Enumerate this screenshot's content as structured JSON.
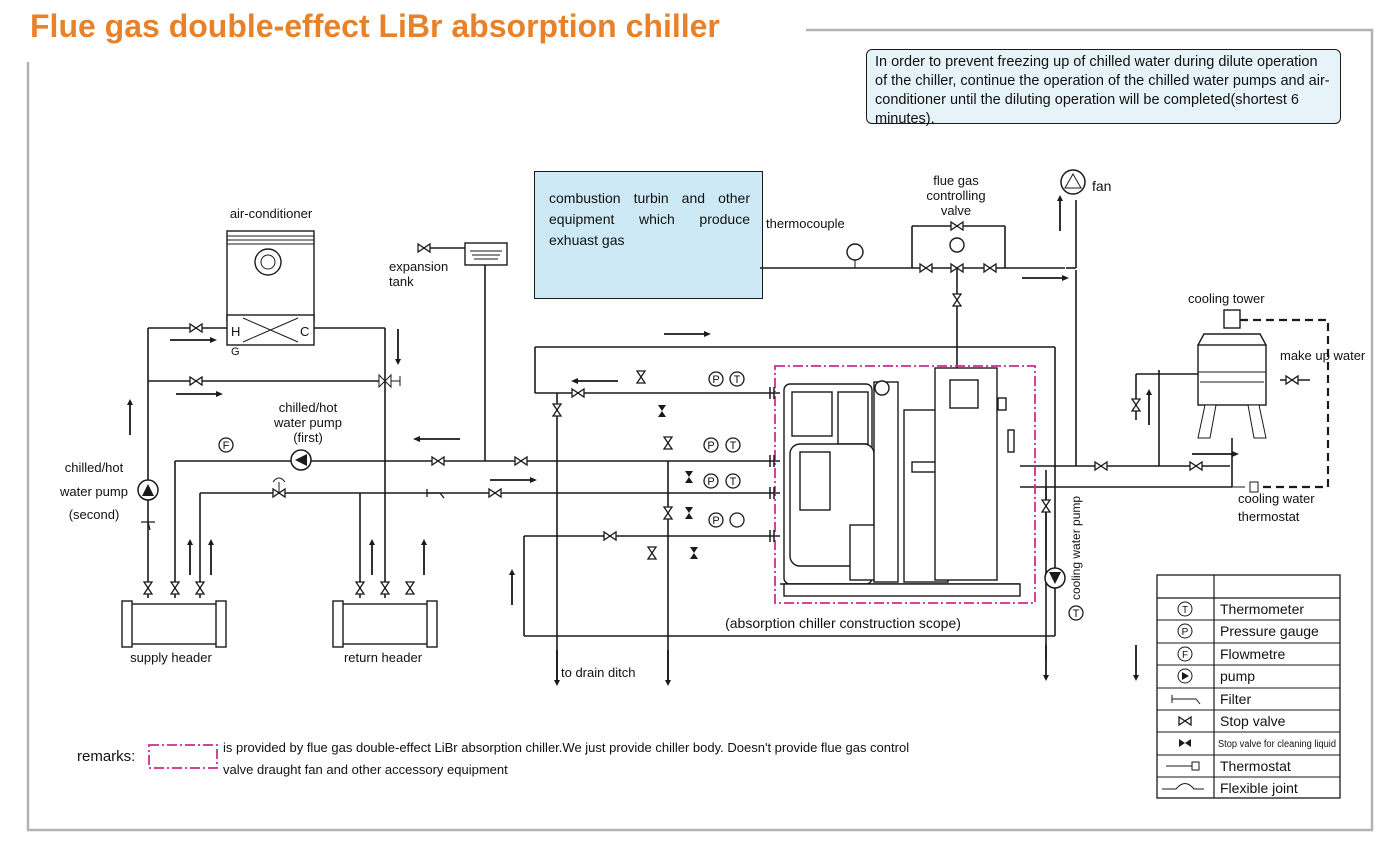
{
  "title": "Flue gas double-effect LiBr absorption chiller",
  "note": "In order to prevent freezing up of chilled water during dilute operation of the chiller, continue the operation of the chilled water pumps and air-conditioner until the diluting operation will be completed(shortest 6 minutes).",
  "combustion": "combustion turbin and other equipment which produce exhuast gas",
  "labels": {
    "air_conditioner": "air-conditioner",
    "ac_h": "H",
    "ac_c": "C",
    "ac_g": "G",
    "expansion": "expansion",
    "tank": "tank",
    "thermocouple": "thermocouple",
    "flue_gas": "flue gas",
    "controlling": "controlling",
    "valve": "valve",
    "fan": "fan",
    "cooling_tower": "cooling tower",
    "make_up_water": "make up water",
    "pump_first_1": "chilled/hot",
    "pump_first_2": "water pump",
    "pump_first_3": "(first)",
    "pump_second_1": "chilled/hot",
    "pump_second_2": "water pump",
    "pump_second_3": "(second)",
    "supply_header": "supply header",
    "return_header": "return header",
    "to_drain": "to drain ditch",
    "scope": "(absorption chiller construction scope)",
    "cw_thermostat_1": "cooling water",
    "cw_thermostat_2": "thermostat",
    "cw_pump": "cooling water pump",
    "remarks": "remarks:",
    "remarks_text_1": "is provided by flue gas double-effect LiBr absorption chiller.We just provide chiller body. Doesn't provide flue gas control",
    "remarks_text_2": "valve draught fan and other accessory equipment"
  },
  "gauges": {
    "t": "T",
    "p": "P",
    "f": "F"
  },
  "legend": [
    {
      "symbol": "thermometer-icon",
      "label": "Thermometer"
    },
    {
      "symbol": "pressure-gauge-icon",
      "label": "Pressure gauge"
    },
    {
      "symbol": "flowmetre-icon",
      "label": "Flowmetre"
    },
    {
      "symbol": "pump-icon",
      "label": "pump"
    },
    {
      "symbol": "filter-icon",
      "label": "Filter"
    },
    {
      "symbol": "stop-valve-icon",
      "label": "Stop valve"
    },
    {
      "symbol": "cleaning-valve-icon",
      "label": "Stop valve for cleaning liquid"
    },
    {
      "symbol": "thermostat-icon",
      "label": "Thermostat"
    },
    {
      "symbol": "flexible-joint-icon",
      "label": "Flexible joint"
    }
  ],
  "colors": {
    "title": "#e8822a",
    "scope_border": "#cc2d8f",
    "note_bg": "#e6f4fa",
    "combustion_bg": "#cde9f5",
    "frame": "#b3b3b3",
    "line": "#1a1a1a"
  }
}
